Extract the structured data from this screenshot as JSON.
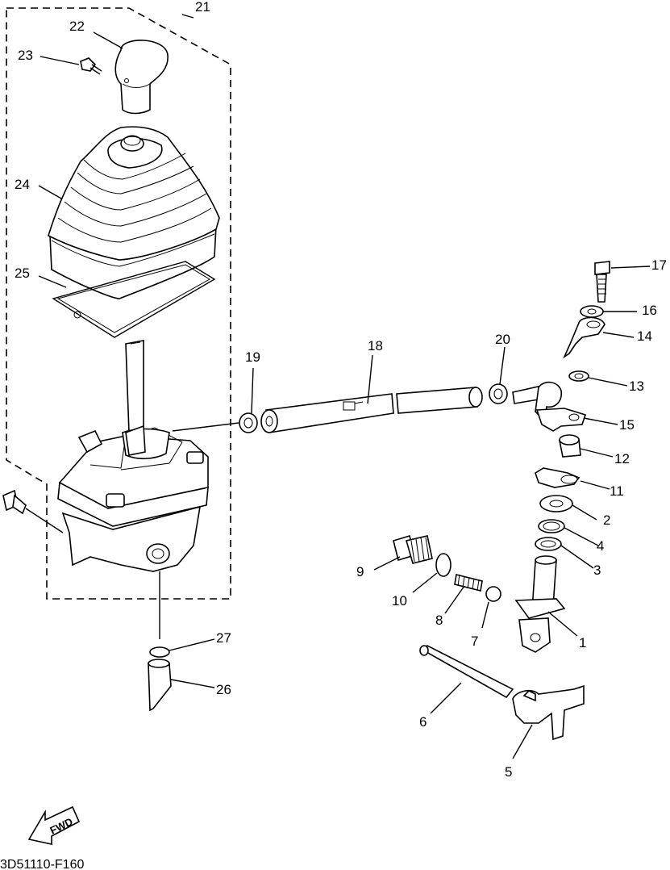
{
  "diagram": {
    "code": "3D51110-F160",
    "fwd_label": "FWD",
    "labels": [
      {
        "id": "1",
        "text": "1"
      },
      {
        "id": "2",
        "text": "2"
      },
      {
        "id": "3",
        "text": "3"
      },
      {
        "id": "4",
        "text": "4"
      },
      {
        "id": "5",
        "text": "5"
      },
      {
        "id": "6",
        "text": "6"
      },
      {
        "id": "7",
        "text": "7"
      },
      {
        "id": "8",
        "text": "8"
      },
      {
        "id": "9",
        "text": "9"
      },
      {
        "id": "10",
        "text": "10"
      },
      {
        "id": "11",
        "text": "11"
      },
      {
        "id": "12",
        "text": "12"
      },
      {
        "id": "13",
        "text": "13"
      },
      {
        "id": "14",
        "text": "14"
      },
      {
        "id": "15",
        "text": "15"
      },
      {
        "id": "16",
        "text": "16"
      },
      {
        "id": "17",
        "text": "17"
      },
      {
        "id": "18",
        "text": "18"
      },
      {
        "id": "19",
        "text": "19"
      },
      {
        "id": "20",
        "text": "20"
      },
      {
        "id": "21",
        "text": "21"
      },
      {
        "id": "22",
        "text": "22"
      },
      {
        "id": "23",
        "text": "23"
      },
      {
        "id": "24",
        "text": "24"
      },
      {
        "id": "25",
        "text": "25"
      },
      {
        "id": "26",
        "text": "26"
      },
      {
        "id": "27",
        "text": "27"
      }
    ]
  }
}
